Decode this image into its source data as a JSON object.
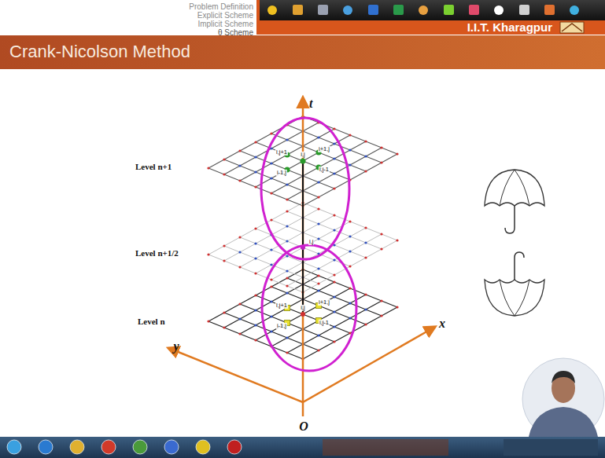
{
  "diagram": {
    "title": "Crank-Nicolson Method",
    "labels": [
      "Problem Definition",
      "Explicit Scheme",
      "Implicit Scheme",
      "θ Scheme",
      "I.I.T. Kharagpur",
      "t",
      "Level n+1",
      "Level n+1/2",
      "Level n",
      "y",
      "x",
      "O",
      "i,j+1",
      "i,j",
      "i+1,j",
      "i-1,j",
      "i,j-1",
      "i,j",
      "i,j+1",
      "i,j",
      "i+1,j",
      "i-1,j",
      "i,j-1"
    ]
  }
}
